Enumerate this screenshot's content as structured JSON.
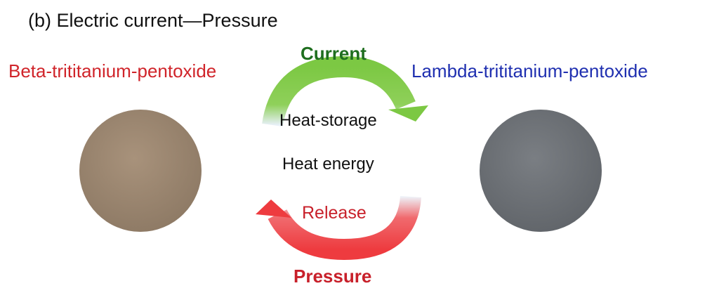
{
  "title": "(b) Electric current―Pressure",
  "left_material": {
    "label": "Beta-trititanium-pentoxide",
    "color": "#d0242a",
    "sample_color": "#9e8a74"
  },
  "right_material": {
    "label": "Lambda-trititanium-pentoxide",
    "color": "#1f2fb0",
    "sample_color": "#6f7378"
  },
  "top_arrow": {
    "trigger": "Current",
    "process": "Heat-storage",
    "color": "#7cc843"
  },
  "center": "Heat energy",
  "bottom_arrow": {
    "process": "Release",
    "trigger": "Pressure",
    "color": "#ee3b3f"
  }
}
